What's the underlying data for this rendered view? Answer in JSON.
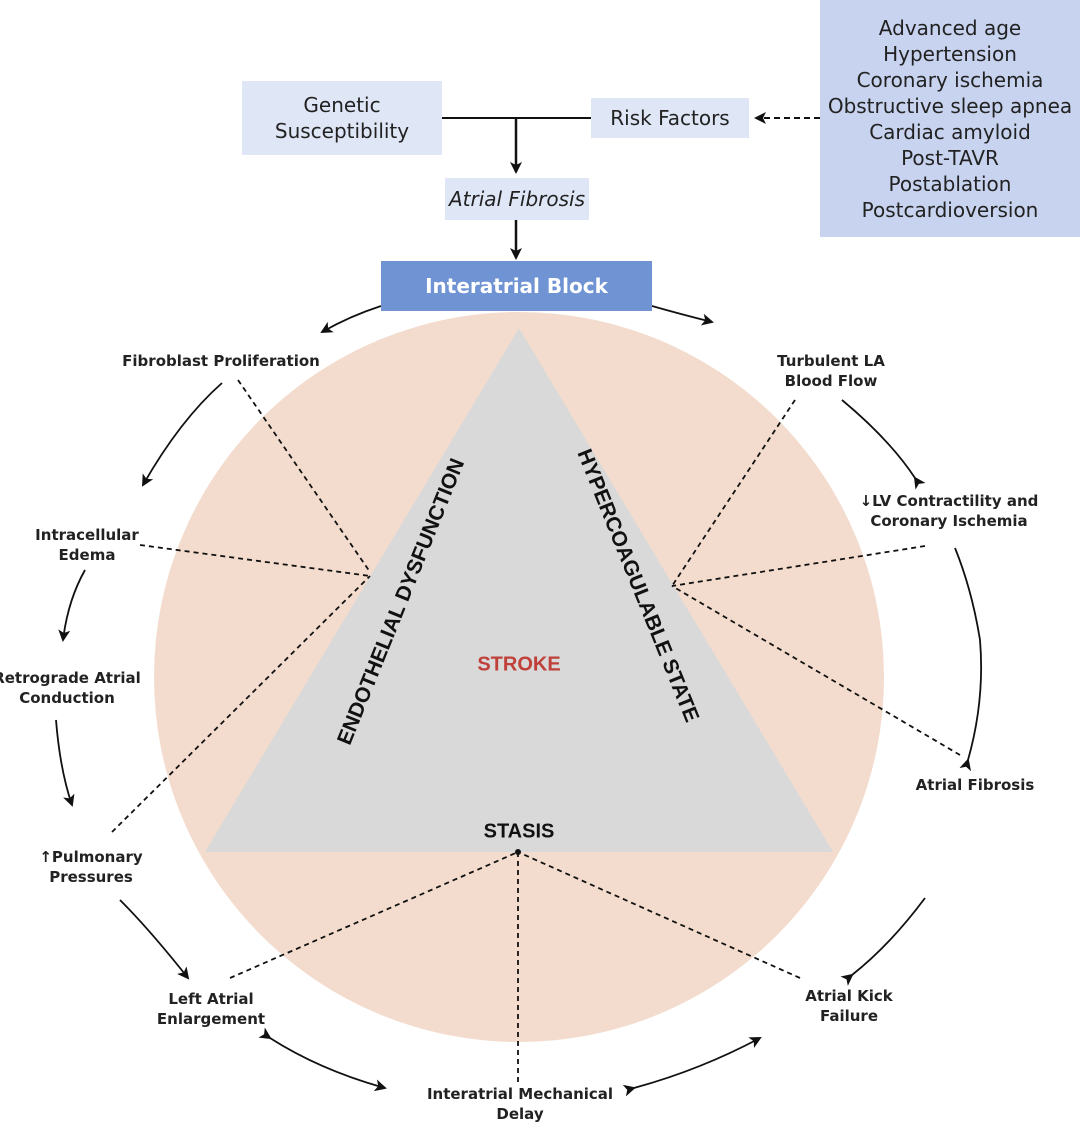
{
  "genetic": [
    "Genetic",
    "Susceptibility"
  ],
  "risk_factors_label": "Risk Factors",
  "risk_factor_list": [
    "Advanced age",
    "Hypertension",
    "Coronary ischemia",
    "Obstructive sleep apnea",
    "Cardiac amyloid",
    "Post-TAVR",
    "Postablation",
    "Postcardioversion"
  ],
  "atrial_fibrosis_top": "Atrial Fibrosis",
  "interatrial_block": "Interatrial Block",
  "triangle": {
    "left": "ENDOTHELIAL DYSFUNCTION",
    "right": "HYPERCOAGULABLE STATE",
    "bottom": "STASIS",
    "center": "STROKE"
  },
  "cycle_labels": {
    "fibroblast": [
      "Fibroblast Proliferation"
    ],
    "edema": [
      "Intracellular",
      "Edema"
    ],
    "retrograde": [
      "Retrograde Atrial",
      "Conduction"
    ],
    "pulmonary": [
      "↑Pulmonary",
      "Pressures"
    ],
    "left_atrial": [
      "Left Atrial",
      "Enlargement"
    ],
    "mech_delay": [
      "Interatrial Mechanical",
      "Delay"
    ],
    "kick": [
      "Atrial Kick",
      "Failure"
    ],
    "fibrosis_right": [
      "Atrial Fibrosis"
    ],
    "lv": [
      "↓LV Contractility and",
      "Coronary Ischemia"
    ],
    "turbulent": [
      "Turbulent LA",
      "Blood Flow"
    ]
  },
  "colors": {
    "circle_fill": "#f3dccd",
    "triangle_fill": "#d9d9d9",
    "stroke_text": "#c0403a",
    "block_fill": "#6f93d3"
  }
}
